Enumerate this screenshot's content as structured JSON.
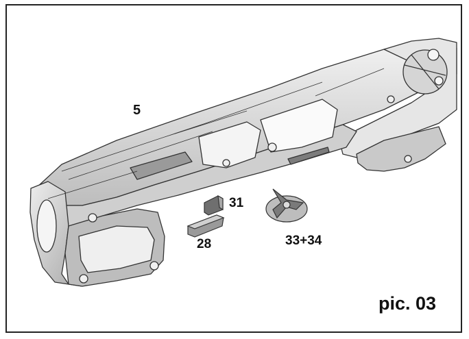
{
  "labels": {
    "part_5": "5",
    "part_31": "31",
    "part_28": "28",
    "part_33_34": "33+34"
  },
  "caption": "pic. 03",
  "colors": {
    "frame": "#222222",
    "body_fill": "#dcdcdc",
    "shadow_fill": "#8a8a8a",
    "outline": "#333333",
    "text": "#111111"
  }
}
